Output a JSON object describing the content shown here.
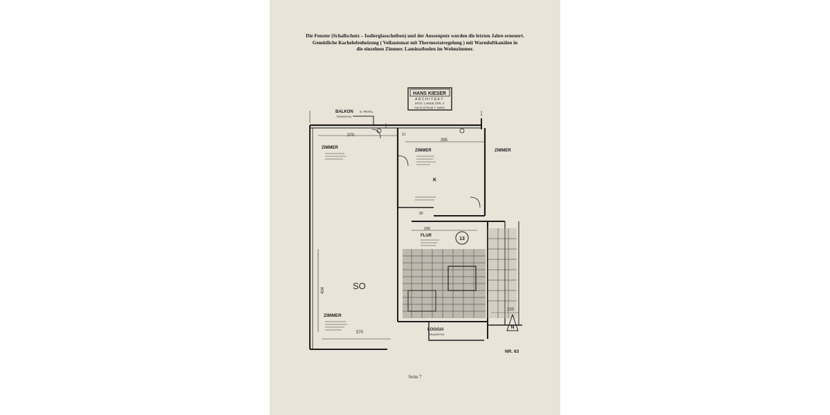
{
  "document": {
    "intro_lines": [
      "Die Fenster (Schallschutz – Isolierglasscheiben)  und der  Aussenputz wurden die letzten Jahre erneuert.",
      "Gemütliche Kachelofenheizung  ( Vollautomat  mit Thermostatregelung ) mit Warmluftkanälen in",
      "die einzelnen Zimmer. Laminatboden im Wohnzimmer."
    ],
    "page_label": "Seite 7"
  },
  "stamp": {
    "line1": "HANS KIESER",
    "line2": "ARCHITEKT",
    "line3": "STGT. LANGE STR. 4",
    "line4": "HAUS ATRIUM T. 64646"
  },
  "plan": {
    "rooms": {
      "balkon": "BALKON",
      "balkon_note": "S. PETAL",
      "zimmer_left": "ZIMMER",
      "zimmer_center": "ZIMMER",
      "zimmer_right": "ZIMMER",
      "zimmer_bottom": "ZIMMER",
      "flur": "FLUR",
      "loggia": "LOGGIA",
      "loggia_note": "TRAVERTIN",
      "travertin_balkon": "TRAVERTIN"
    },
    "dims": {
      "d370_top": "370",
      "d395": "395",
      "d296": "296",
      "d570": "570",
      "d220": "220",
      "d404": "404",
      "d21": "21",
      "d90": "90"
    },
    "marks": {
      "k": "K",
      "so": "SO",
      "circle_num": "13",
      "drawing_nr": "NR. 63",
      "n_symbol": "N"
    }
  }
}
